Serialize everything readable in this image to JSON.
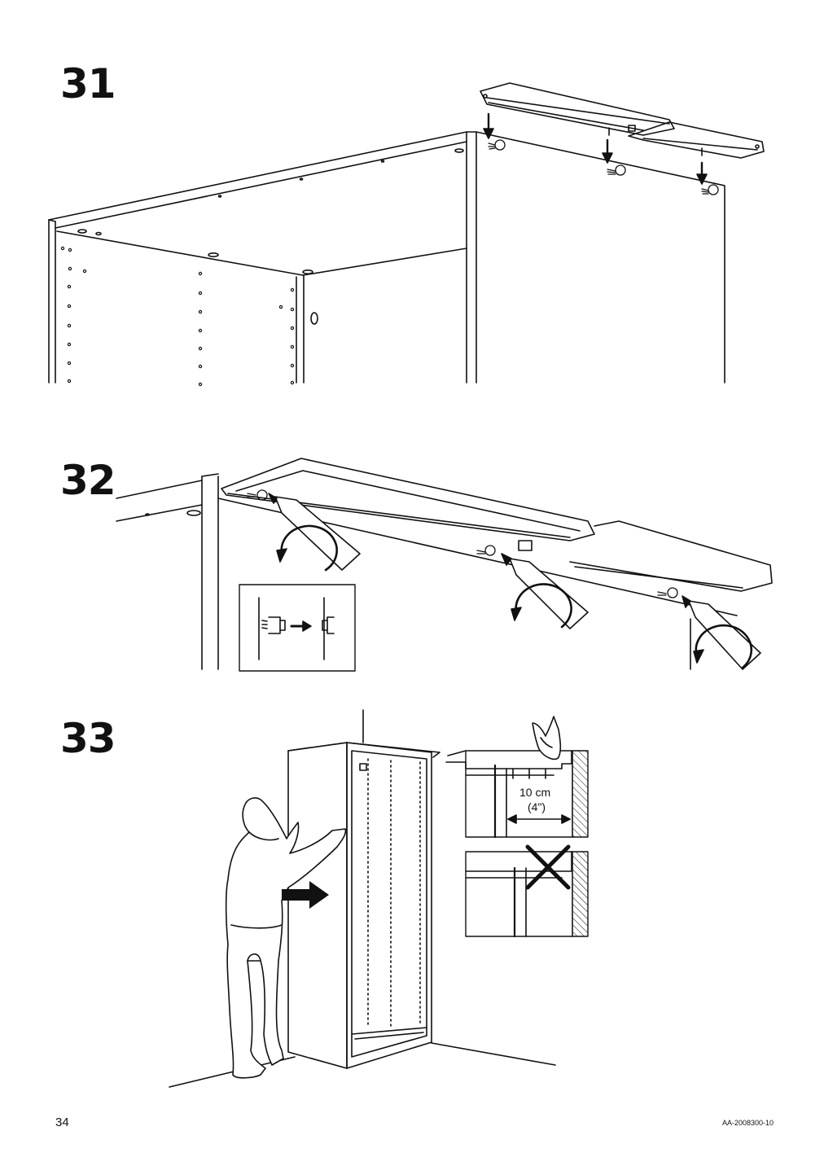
{
  "steps": [
    {
      "number": "31"
    },
    {
      "number": "32"
    },
    {
      "number": "33"
    }
  ],
  "step33": {
    "distance_metric": "10 cm",
    "distance_imperial": "(4\")"
  },
  "footer": {
    "page_number": "34",
    "document_code": "AA-2008300-10"
  }
}
